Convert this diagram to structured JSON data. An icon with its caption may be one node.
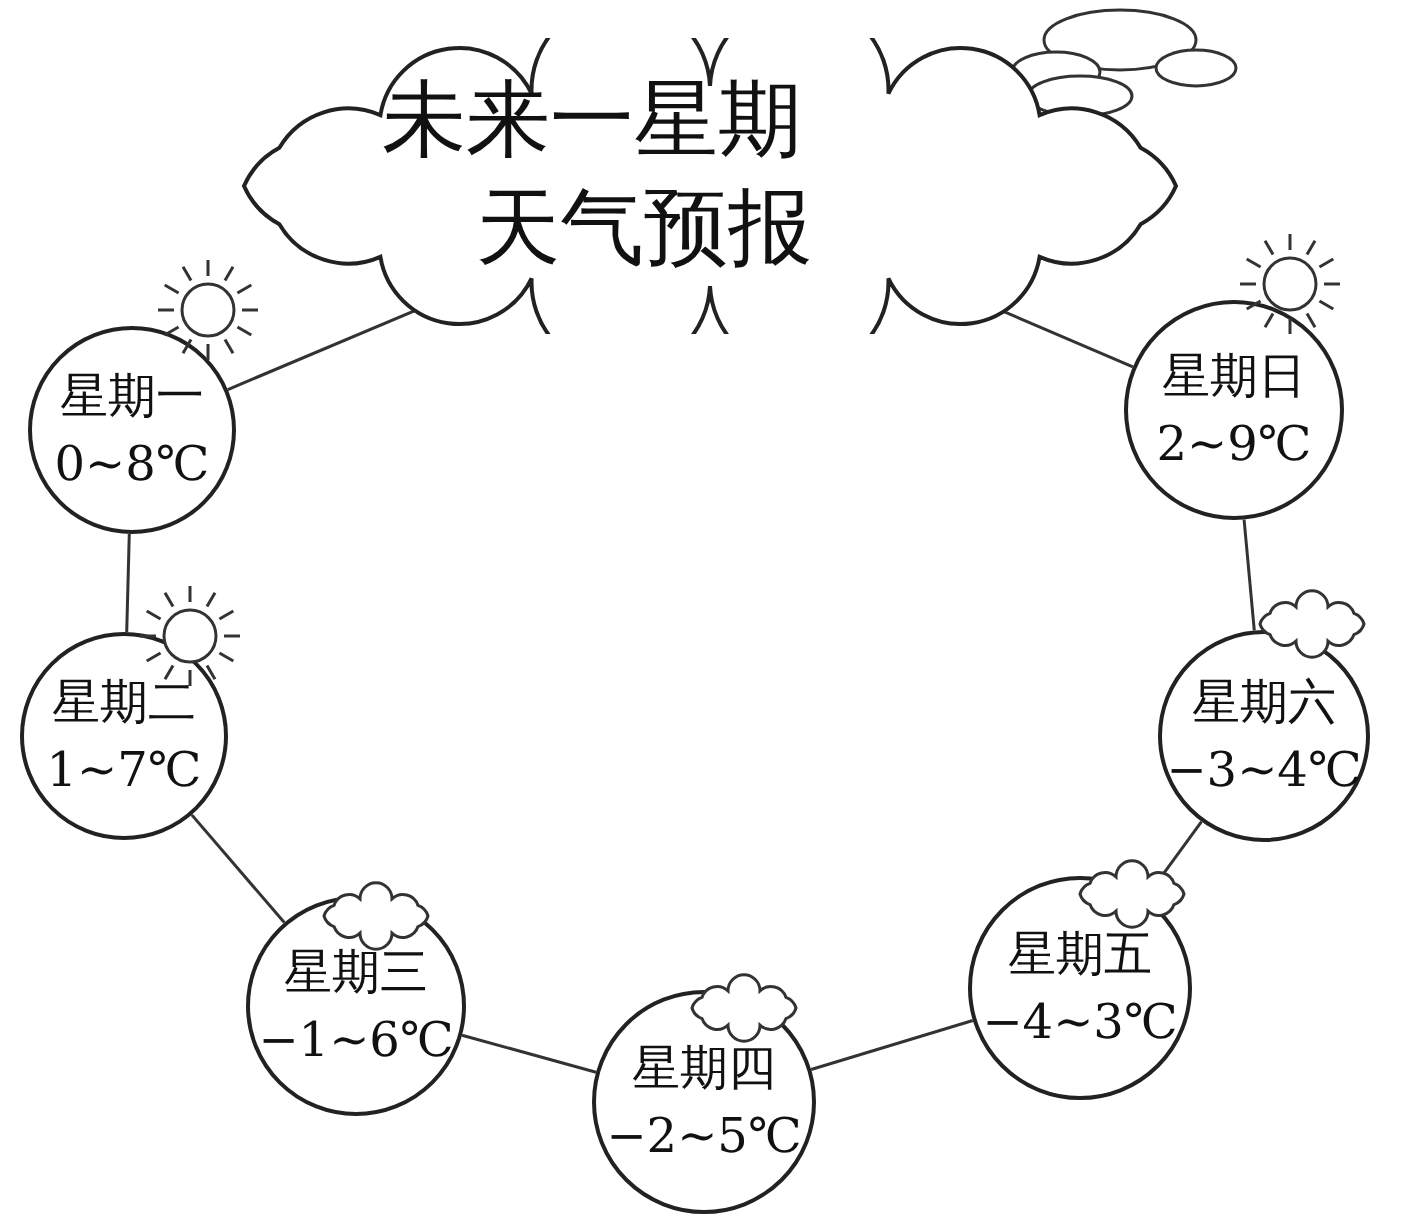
{
  "diagram": {
    "nodes": [
      {
        "text": [
          "未来一星期天气预报"
        ]
      },
      {
        "text": [
          "星期一",
          "0~8℃"
        ]
      },
      {
        "text": [
          "星期二",
          "1~7℃"
        ]
      },
      {
        "text": [
          "星期三",
          "−1~6℃"
        ]
      },
      {
        "text": [
          "星期四",
          "−2~5℃"
        ]
      },
      {
        "text": [
          "星期五",
          "−4~3℃"
        ]
      },
      {
        "text": [
          "星期六",
          "−3~4℃"
        ]
      },
      {
        "text": [
          "星期日",
          "2~9℃"
        ]
      }
    ],
    "edges": [
      {
        "from": 0,
        "to": 1,
        "arrow": "none"
      },
      {
        "from": 1,
        "to": 2,
        "arrow": "none"
      },
      {
        "from": 2,
        "to": 3,
        "arrow": "none"
      },
      {
        "from": 3,
        "to": 4,
        "arrow": "none"
      },
      {
        "from": 4,
        "to": 5,
        "arrow": "none"
      },
      {
        "from": 5,
        "to": 6,
        "arrow": "none"
      },
      {
        "from": 6,
        "to": 7,
        "arrow": "none"
      },
      {
        "from": 7,
        "to": 0,
        "arrow": "none"
      }
    ]
  }
}
